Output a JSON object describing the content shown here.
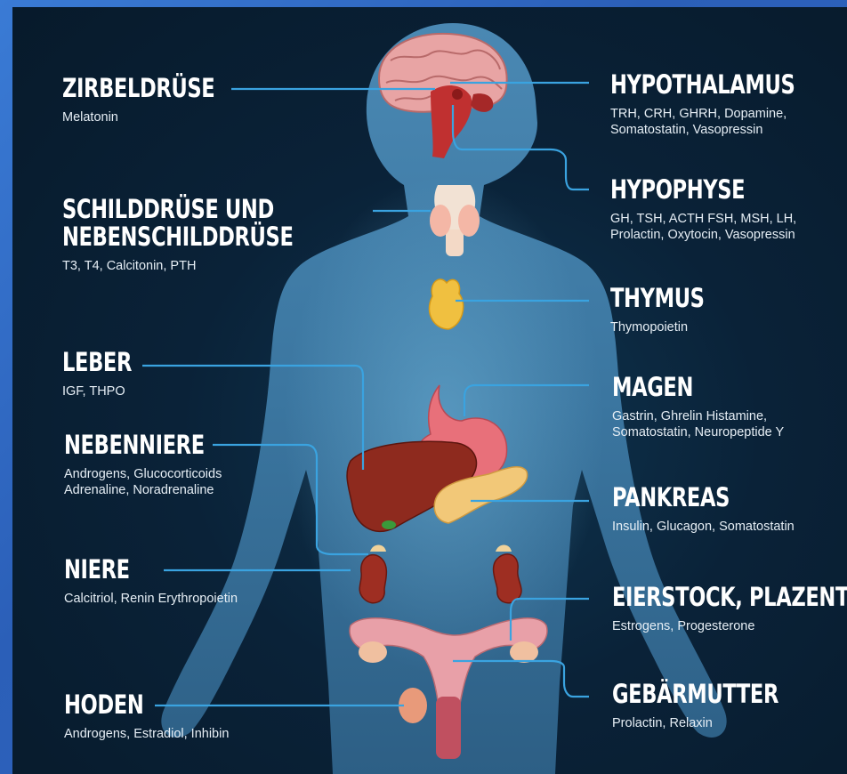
{
  "colors": {
    "background": "#0a2238",
    "silhouette": "#3f7ba3",
    "connector": "#3aa3e0",
    "text": "#ffffff"
  },
  "glands": [
    {
      "id": "zirbeldruese",
      "title": "ZIRBELDRÜSE",
      "desc": "Melatonin",
      "side": "left"
    },
    {
      "id": "schilddruese",
      "title": "SCHILDDRÜSE UND\nNEBENSCHILDDRÜSE",
      "desc": "T3, T4, Calcitonin, PTH",
      "side": "left"
    },
    {
      "id": "leber",
      "title": "LEBER",
      "desc": "IGF, THPO",
      "side": "left"
    },
    {
      "id": "nebenniere",
      "title": "NEBENNIERE",
      "desc": "Androgens, Glucocorticoids\nAdrenaline, Noradrenaline",
      "side": "left"
    },
    {
      "id": "niere",
      "title": "NIERE",
      "desc": "Calcitriol, Renin Erythropoietin",
      "side": "left"
    },
    {
      "id": "hoden",
      "title": "HODEN",
      "desc": "Androgens, Estradiol, Inhibin",
      "side": "left"
    },
    {
      "id": "hypothalamus",
      "title": "HYPOTHALAMUS",
      "desc": "TRH, CRH, GHRH, Dopamine,\nSomatostatin, Vasopressin",
      "side": "right"
    },
    {
      "id": "hypophyse",
      "title": "HYPOPHYSE",
      "desc": "GH, TSH, ACTH FSH, MSH, LH,\nProlactin, Oxytocin, Vasopressin",
      "side": "right"
    },
    {
      "id": "thymus",
      "title": "THYMUS",
      "desc": "Thymopoietin",
      "side": "right"
    },
    {
      "id": "magen",
      "title": "MAGEN",
      "desc": "Gastrin, Ghrelin Histamine,\nSomatostatin, Neuropeptide Y",
      "side": "right"
    },
    {
      "id": "pankreas",
      "title": "PANKREAS",
      "desc": "Insulin, Glucagon, Somatostatin",
      "side": "right"
    },
    {
      "id": "eierstock",
      "title": "EIERSTOCK, PLAZENTA",
      "desc": "Estrogens, Progesterone",
      "side": "right"
    },
    {
      "id": "gebaermutter",
      "title": "GEBÄRMUTTER",
      "desc": "Prolactin, Relaxin",
      "side": "right"
    }
  ]
}
